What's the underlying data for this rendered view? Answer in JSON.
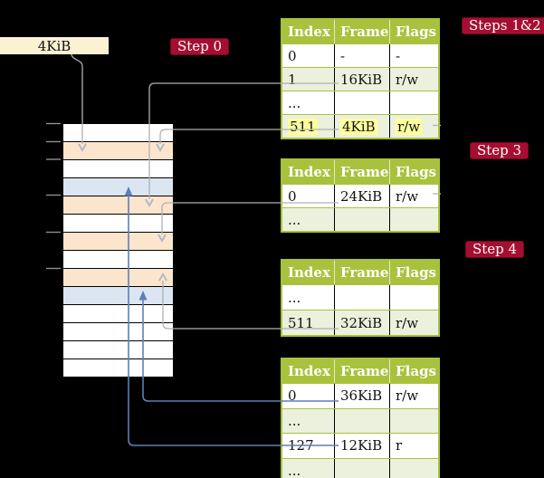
{
  "colors": {
    "white": "#ffffff",
    "peach": "#fce5cd",
    "blue": "#dce6f3",
    "cream": "#fbf1d3",
    "header_green": "#a8c23d",
    "row_green": "#ecf1dd",
    "highlight_yellow": "#ffff9e",
    "crimson": "#a50e30",
    "gray_line": "#b0b0b0",
    "blue_line": "#5b80b4"
  },
  "legend_box": {
    "label": "4KiB"
  },
  "step_labels": [
    {
      "text": "Step 0"
    },
    {
      "text": "Steps 1&2"
    },
    {
      "text": "Step 3"
    },
    {
      "text": "Step 4"
    }
  ],
  "memory": {
    "rows": [
      {
        "fill": "white"
      },
      {
        "fill": "peach"
      },
      {
        "fill": "white"
      },
      {
        "fill": "blue"
      },
      {
        "fill": "peach"
      },
      {
        "fill": "white"
      },
      {
        "fill": "peach"
      },
      {
        "fill": "white"
      },
      {
        "fill": "peach"
      },
      {
        "fill": "blue"
      },
      {
        "fill": "white"
      },
      {
        "fill": "white"
      },
      {
        "fill": "white"
      },
      {
        "fill": "white"
      }
    ]
  },
  "tables": [
    {
      "name": "steps-1-2",
      "headers": [
        "Index",
        "Frame",
        "Flags"
      ],
      "rows": [
        {
          "cells": [
            "0",
            "-",
            "-"
          ]
        },
        {
          "cells": [
            "1",
            "16KiB",
            "r/w"
          ]
        },
        {
          "cells": [
            "...",
            "",
            ""
          ]
        },
        {
          "cells": [
            "511",
            "4KiB",
            "r/w"
          ],
          "highlight": true
        }
      ]
    },
    {
      "name": "step-3",
      "headers": [
        "Index",
        "Frame",
        "Flags"
      ],
      "rows": [
        {
          "cells": [
            "0",
            "24KiB",
            "r/w"
          ]
        },
        {
          "cells": [
            "...",
            "",
            ""
          ]
        }
      ]
    },
    {
      "name": "step-4",
      "headers": [
        "Index",
        "Frame",
        "Flags"
      ],
      "rows": [
        {
          "cells": [
            "...",
            "",
            ""
          ]
        },
        {
          "cells": [
            "511",
            "32KiB",
            "r/w"
          ]
        }
      ]
    },
    {
      "name": "final-table",
      "headers": [
        "Index",
        "Frame",
        "Flags"
      ],
      "rows": [
        {
          "cells": [
            "0",
            "36KiB",
            "r/w"
          ]
        },
        {
          "cells": [
            "...",
            "",
            ""
          ]
        },
        {
          "cells": [
            "127",
            "12KiB",
            "r"
          ]
        },
        {
          "cells": [
            "...",
            "",
            ""
          ]
        }
      ]
    }
  ]
}
